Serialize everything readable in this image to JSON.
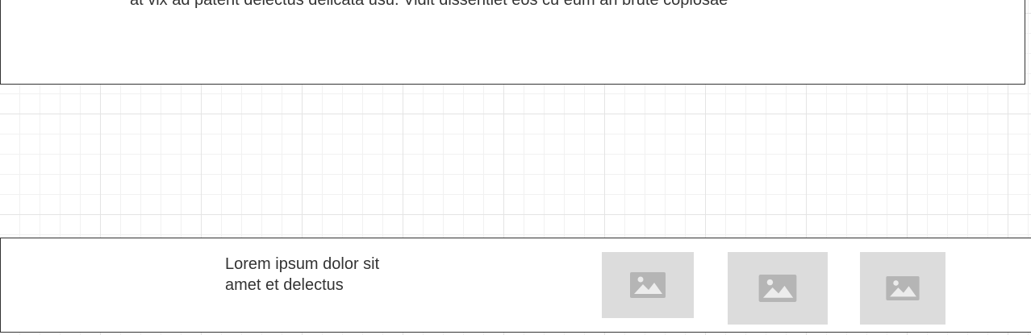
{
  "top_panel": {
    "text": "at vix ad patent delectus delicata usu. Vidit dissentiet eos cu eum an brute copiosae"
  },
  "bottom_panel": {
    "caption_lines": [
      "Lorem ipsum dolor sit",
      "amet et delectus"
    ],
    "thumbnails": [
      {
        "icon": "image-placeholder-icon"
      },
      {
        "icon": "image-placeholder-icon"
      },
      {
        "icon": "image-placeholder-icon"
      }
    ]
  }
}
